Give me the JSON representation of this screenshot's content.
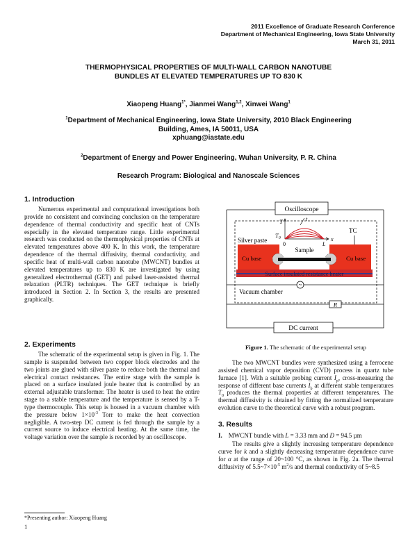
{
  "header": {
    "line1": "2011 Excellence of Graduate Research Conference",
    "line2": "Department of Mechanical Engineering, Iowa State University",
    "line3": "March 31, 2011"
  },
  "title": {
    "line1": "THERMOPHYSICAL PROPERTIES OF MULTI-WALL CARBON NANOTUBE",
    "line2": "BUNDLES AT ELEVATED TEMPERATURES UP TO 830 K"
  },
  "authors": [
    {
      "name": "Xiaopeng Huang",
      "sup": "1*"
    },
    {
      "name": "Jianmei Wang",
      "sup": "1,2"
    },
    {
      "name": "Xinwei Wang",
      "sup": "1"
    }
  ],
  "affiliation1": {
    "sup": "1",
    "line1": "Department of Mechanical Engineering, Iowa State University, 2010 Black Engineering",
    "line2": "Building, Ames, IA 50011, USA",
    "email": "xphuang@iastate.edu"
  },
  "affiliation2": {
    "sup": "2",
    "text": "Department of Energy and Power Engineering, Wuhan University, P. R. China"
  },
  "program": "Research Program: Biological and Nanoscale Sciences",
  "sections": {
    "intro_heading": "1. Introduction",
    "intro_text": "Numerous experimental and computational investigations both provide no consistent and convincing conclusion on the temperature dependence of thermal conductivity and specific heat of CNTs especially in the elevated temperature range. Little experimental research was conducted on the thermophysical properties of CNTs at elevated temperatures above 400 K. In this work, the temperature dependence of the thermal diffusivity, thermal conductivity, and specific heat of multi-wall carbon nanotube (MWCNT) bundles at elevated temperatures up to 830 K are investigated by using generalized electrothermal (GET) and pulsed laser-assisted thermal relaxation (PLTR) techniques. The GET technique is briefly introduced in Section 2. In Section 3, the results are presented graphically.",
    "exp_heading": "2. Experiments",
    "exp_text_a": "The schematic of the experimental setup is given in Fig. 1. The sample is suspended between two copper block electrodes and the two joints are glued with silver paste to reduce both the thermal and electrical contact resistances. The entire stage with the sample is placed on a surface insulated joule heater that is controlled by an external adjustable transformer. The heater is used to heat the entire stage to a stable temperature and the temperature is sensed by a T-type thermocouple. This setup is housed in a vacuum chamber with the pressure below 1×10",
    "exp_text_exp": "-3",
    "exp_text_b": " Torr to make the heat convection negligible. A two-step DC current is fed through the sample by a current source to induce electrical heating. At the same time, the voltage variation over the sample is recorded by an oscilloscope.",
    "right_p1_a": "The two MWCNT bundles were synthesized using a ferrocene assisted chemical vapor deposition (CVD) process in quartz tube furnace [1]. With a suitable probing current ",
    "right_p1_ip": "I",
    "right_p1_ip_sub": "p",
    "right_p1_b": ", cross-measuring the response of different base currents ",
    "right_p1_ib": "I",
    "right_p1_ib_sub": "b",
    "right_p1_c": " at different stable temperatures ",
    "right_p1_t0": "T",
    "right_p1_t0_sub": "0",
    "right_p1_d": " produces the thermal properties at different temperatures. The thermal diffusivity is obtained by fitting the normalized temperature evolution curve to the theoretical curve with a robust program.",
    "results_heading": "3. Results",
    "results_item_label": "I.",
    "results_item_a": "MWCNT bundle with ",
    "results_item_L": "L",
    "results_item_b": " = 3.33 mm and ",
    "results_item_D": "D",
    "results_item_c": " = 94.5 µm",
    "results_text_a": "The results give a slightly increasing temperature dependence curve for ",
    "results_k": "k",
    "results_text_b": " and a slightly decreasing temperature dependence curve for ",
    "results_alpha": "α",
    "results_text_c": " at the range of 20~100 °C, as shown in Fig. 2a. The thermal diffusivity of 5.5~7×10",
    "results_exp": "-5",
    "results_text_d": " m",
    "results_sq": "2",
    "results_text_e": "/s and thermal conductivity of 5~8.5"
  },
  "figure": {
    "oscilloscope": "Oscilloscope",
    "T_axis": "T",
    "t_axis": "t",
    "T0_label": "T",
    "T0_sub": "0",
    "zero": "0",
    "L_label": "L",
    "x_label": "x",
    "silver_paste": "Silver paste",
    "tc": "TC",
    "sample": "Sample",
    "cu_left": "Cu base",
    "cu_right": "Cu base",
    "heater": "Surface insulated resistance heater",
    "vacuum": "Vacuum chamber",
    "tilde": "~",
    "R": "R",
    "dc_current": "DC current",
    "caption_bold": "Figure 1.",
    "caption_text": " The schematic of the experimental setup",
    "colors": {
      "cu_base": "#e8321e",
      "heater": "#cc2a2a",
      "heater_stripe": "#3a3a8a",
      "curve": "#d0202a"
    }
  },
  "footnote": "*Presenting author: Xiaopeng Huang",
  "page_number": "1"
}
